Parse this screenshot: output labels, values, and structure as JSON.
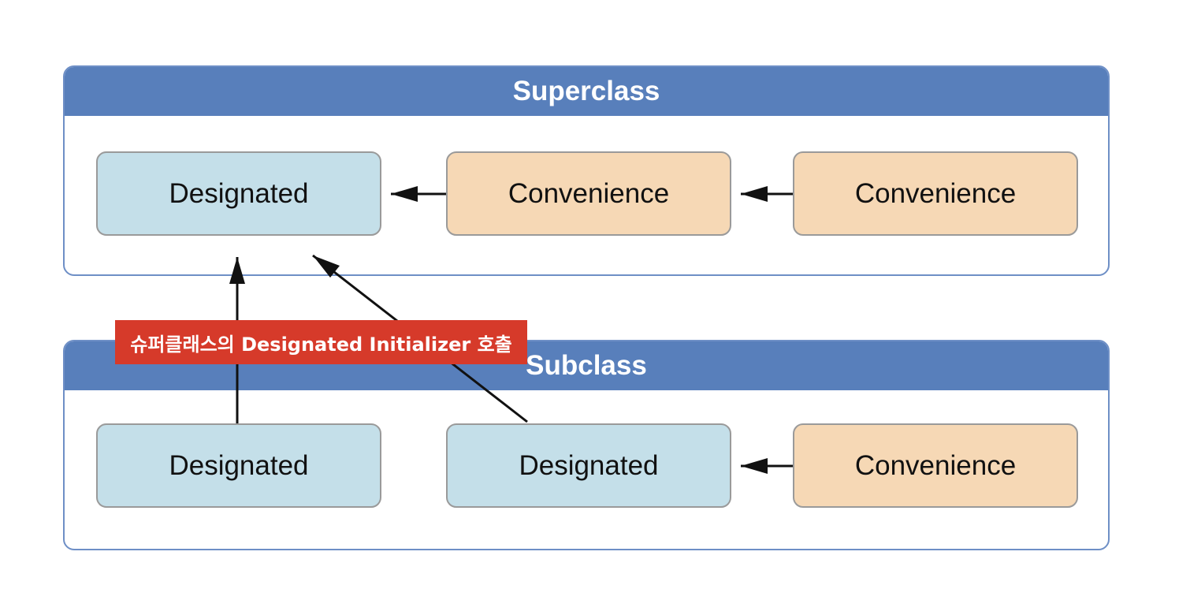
{
  "superclass": {
    "title": "Superclass",
    "items": [
      {
        "kind": "designated",
        "label": "Designated"
      },
      {
        "kind": "convenience",
        "label": "Convenience"
      },
      {
        "kind": "convenience",
        "label": "Convenience"
      }
    ]
  },
  "subclass": {
    "title": "Subclass",
    "items": [
      {
        "kind": "designated",
        "label": "Designated"
      },
      {
        "kind": "designated",
        "label": "Designated"
      },
      {
        "kind": "convenience",
        "label": "Convenience"
      }
    ]
  },
  "caption": "슈퍼클래스의 Designated Initializer 호출",
  "colors": {
    "header": "#587fbb",
    "panel_border": "#6e8fc6",
    "designated_fill": "#c4dfe9",
    "convenience_fill": "#f6d8b5",
    "caption_fill": "#d63a2a",
    "arrow": "#111111"
  }
}
